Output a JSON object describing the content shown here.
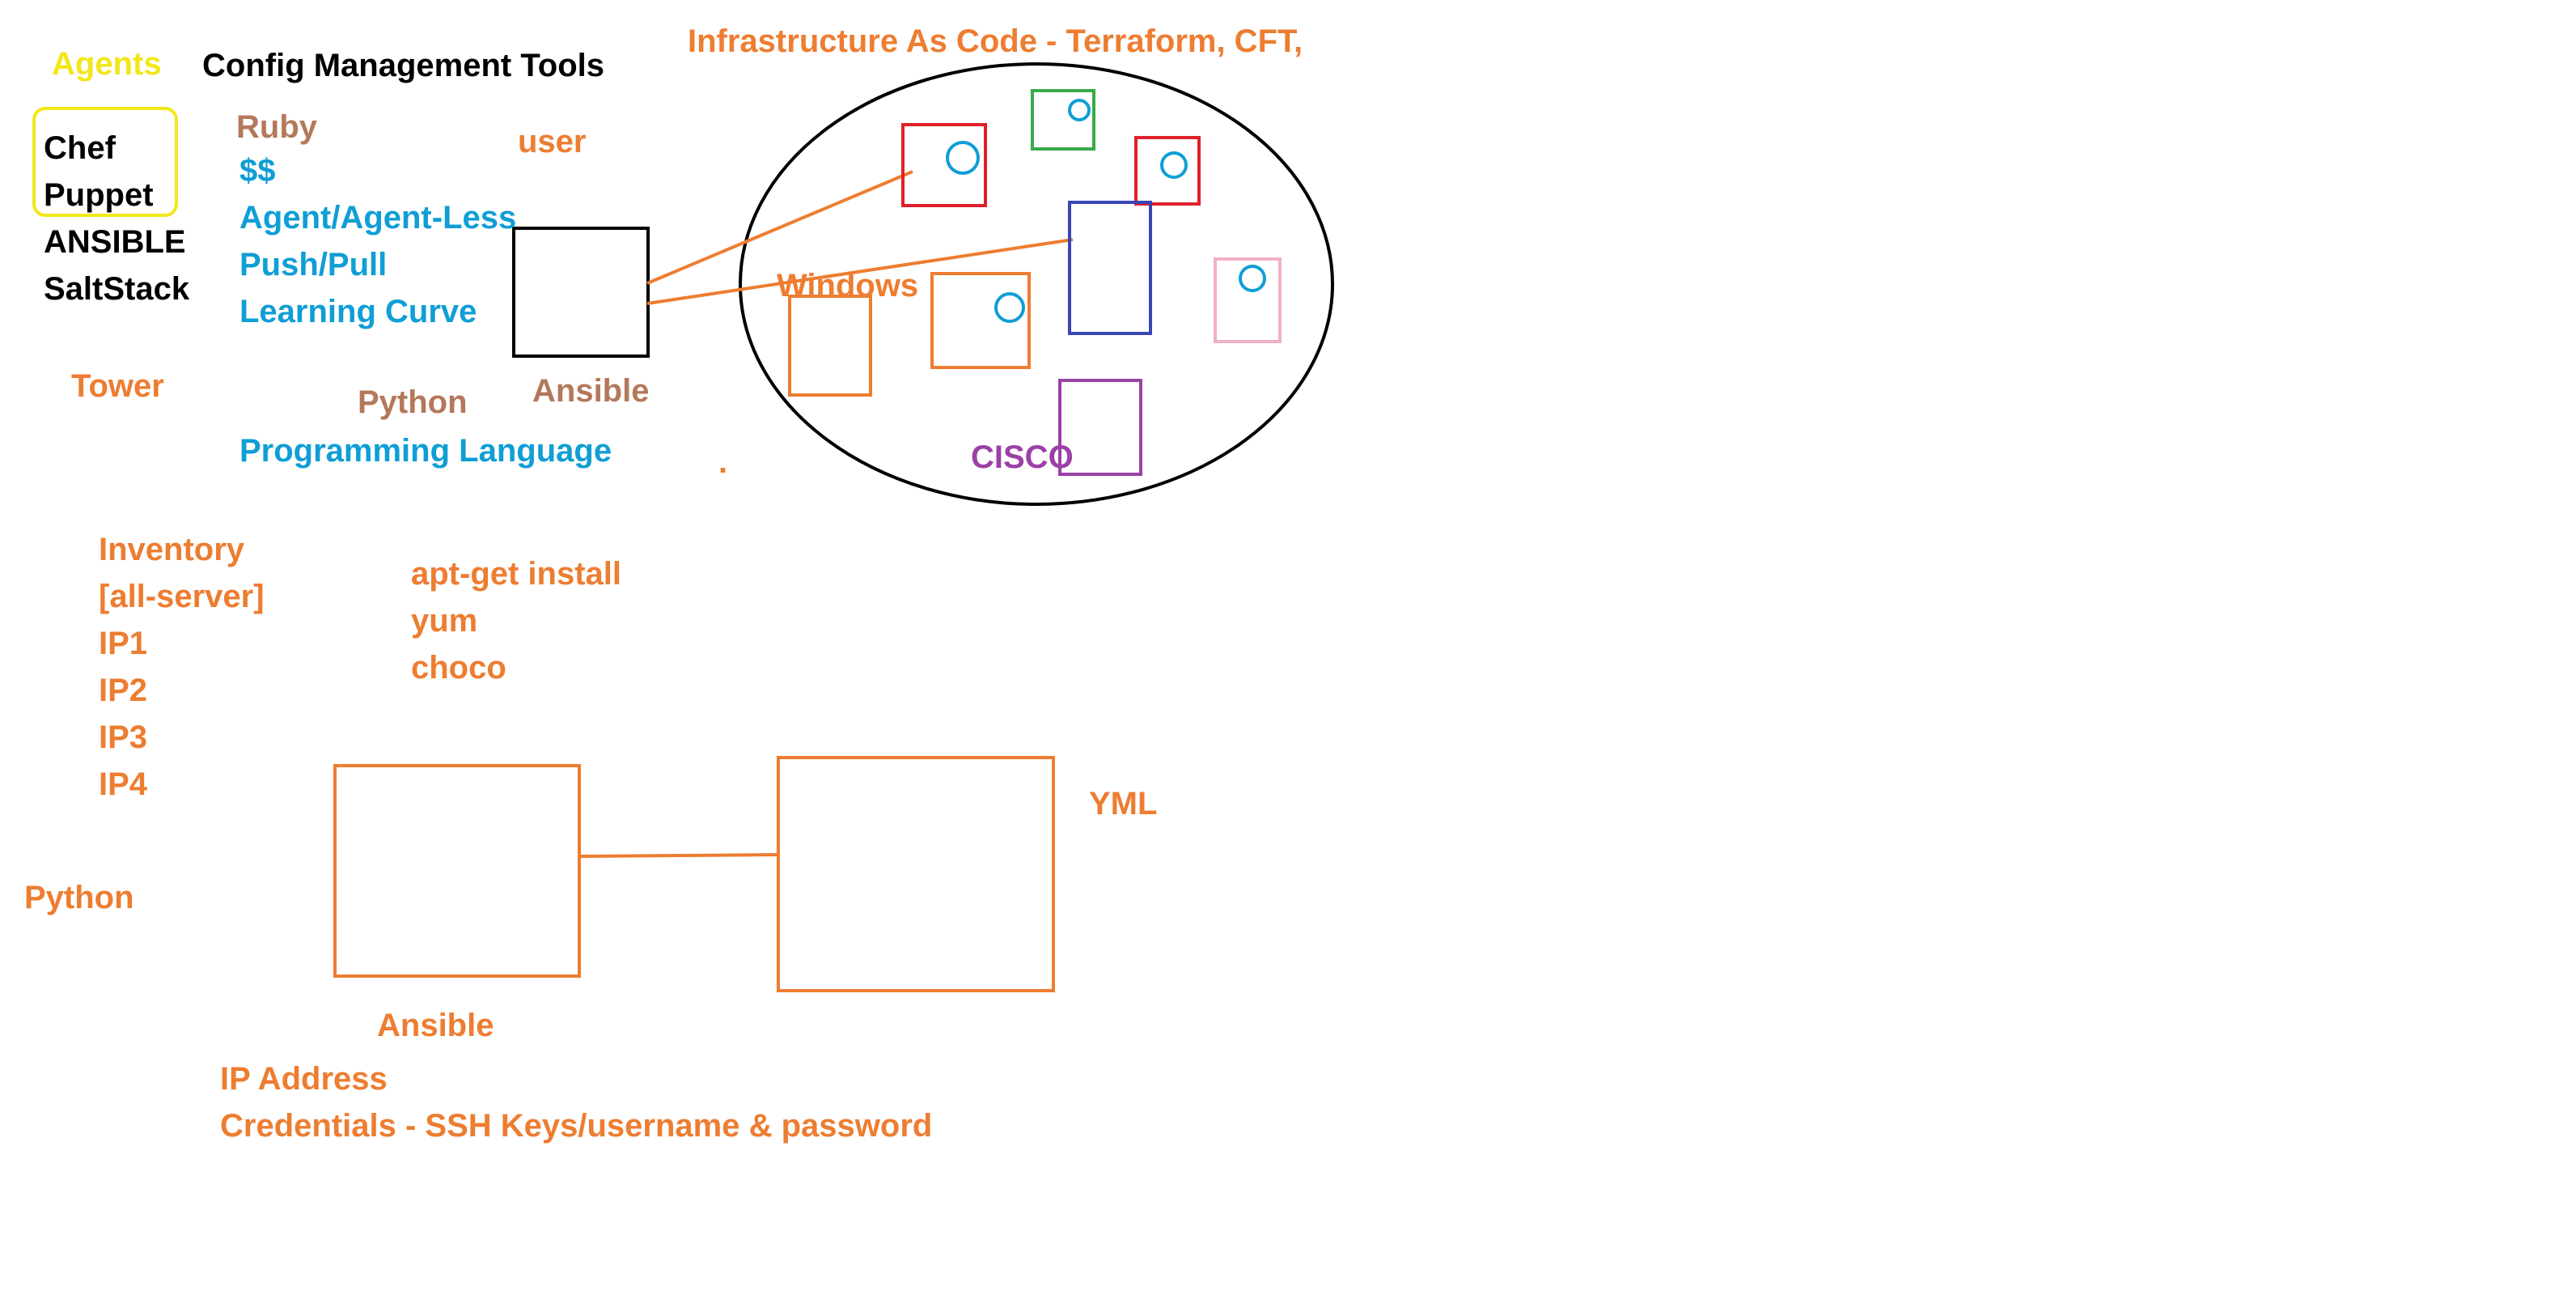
{
  "colors": {
    "orange": "#ed7d31",
    "blue": "#0f9ed5",
    "brown": "#b4785a",
    "yellow": "#f2e71a",
    "purple": "#9b40a6",
    "red": "#e0202a",
    "green": "#3aaa4a",
    "navy": "#3a45b5",
    "pink": "#f0b0c8"
  },
  "header": {
    "agents": "Agents",
    "config_tools_title": "Config Management Tools",
    "iac_title": "Infrastructure As Code - Terraform, CFT,"
  },
  "tools": [
    "Chef",
    "Puppet",
    "ANSIBLE",
    "SaltStack"
  ],
  "tower": "Tower",
  "criteria": {
    "ruby": "Ruby",
    "items": [
      "$$",
      "Agent/Agent-Less",
      "Push/Pull",
      "Learning Curve"
    ],
    "python": "Python",
    "programming_language": "Programming Language"
  },
  "top_diagram": {
    "user": "user",
    "ansible": "Ansible",
    "windows": "Windows",
    "cisco": "CISCO",
    "dot": "."
  },
  "inventory": [
    "Inventory",
    "[all-server]",
    "IP1",
    "IP2",
    "IP3",
    "IP4"
  ],
  "package_managers": [
    "apt-get install",
    "yum",
    "choco"
  ],
  "python_left": "Python",
  "bottom_diagram": {
    "ansible": "Ansible",
    "yml": "YML",
    "notes": [
      "IP Address",
      "Credentials - SSH Keys/username & password"
    ]
  }
}
